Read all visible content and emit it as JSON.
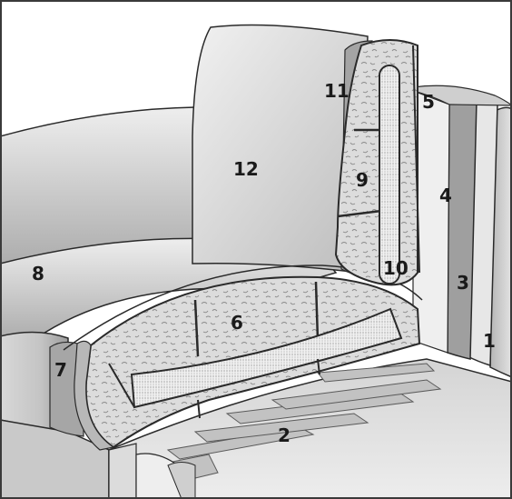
{
  "figure": {
    "callouts": [
      {
        "id": "c1",
        "label": "1"
      },
      {
        "id": "c2",
        "label": "2"
      },
      {
        "id": "c3",
        "label": "3"
      },
      {
        "id": "c4",
        "label": "4"
      },
      {
        "id": "c5",
        "label": "5"
      },
      {
        "id": "c6",
        "label": "6"
      },
      {
        "id": "c7",
        "label": "7"
      },
      {
        "id": "c8",
        "label": "8"
      },
      {
        "id": "c9",
        "label": "9"
      },
      {
        "id": "c10",
        "label": "10"
      },
      {
        "id": "c11",
        "label": "11"
      },
      {
        "id": "c12",
        "label": "12"
      }
    ]
  },
  "colors": {
    "outline": "#2a2a2a",
    "upholstery_light": "#e6e6e6",
    "upholstery_mid": "#bdbdbd",
    "upholstery_dark": "#8e8e8e",
    "foam": "#d9d9d9"
  }
}
